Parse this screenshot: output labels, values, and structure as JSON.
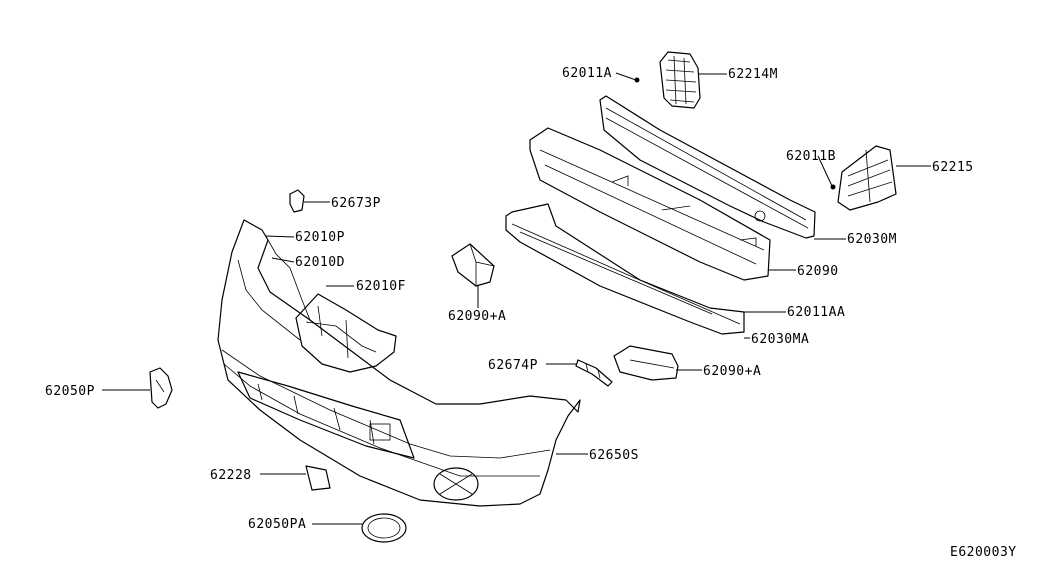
{
  "labels": {
    "p62011A": "62011A",
    "p62214M": "62214M",
    "p62011B": "62011B",
    "p62215": "62215",
    "p62673P": "62673P",
    "p62010P": "62010P",
    "p62010D": "62010D",
    "p62010F": "62010F",
    "p62030M": "62030M",
    "p62090": "62090",
    "p62090A_left": "62090+A",
    "p62011AA": "62011AA",
    "p62030MA": "62030MA",
    "p62674P": "62674P",
    "p62090A_right": "62090+A",
    "p62050P": "62050P",
    "p62650S": "62650S",
    "p62228": "62228",
    "p62050PA": "62050PA"
  },
  "diagram_code": "E620003Y"
}
